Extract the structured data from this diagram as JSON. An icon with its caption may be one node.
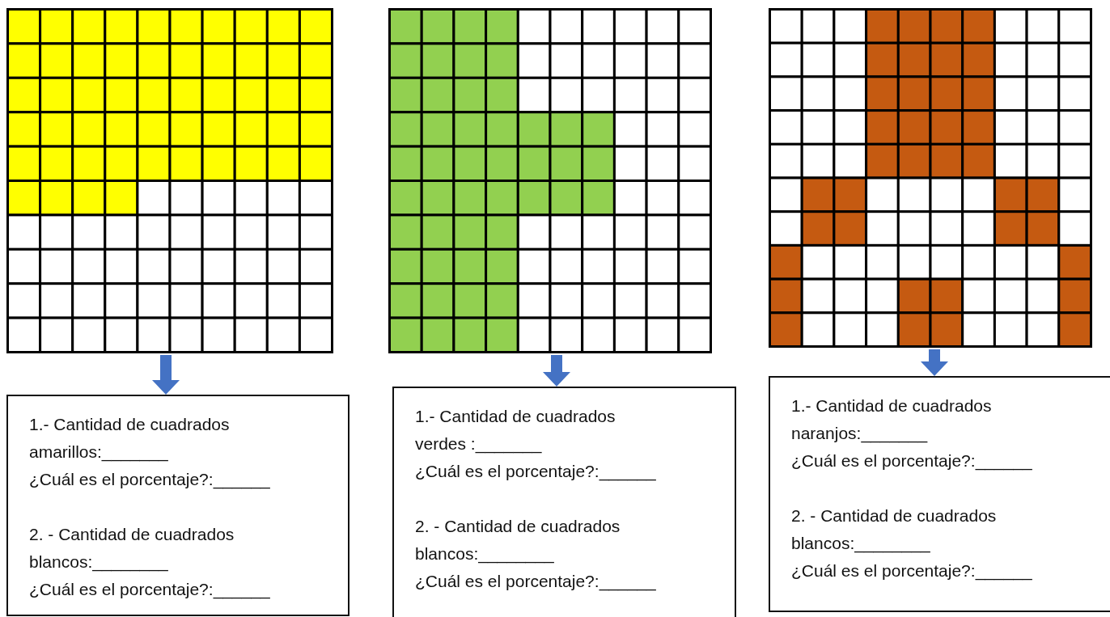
{
  "diagram": {
    "nodes": [
      {
        "text": [],
        "shape": "grid"
      },
      {
        "text": [],
        "shape": "grid"
      },
      {
        "text": [],
        "shape": "grid"
      },
      {
        "text": [
          "1.- Cantidad de cuadrados amarillos:_______",
          "¿Cuál es el porcentaje?:______",
          "2. - Cantidad de cuadrados blancos:________",
          "¿Cuál es el porcentaje?:______"
        ]
      },
      {
        "text": [
          "1.- Cantidad de cuadrados verdes :_______",
          "¿Cuál es el porcentaje?:______",
          "2. - Cantidad de cuadrados blancos:________",
          "¿Cuál es el porcentaje?:______"
        ]
      },
      {
        "text": [
          "1.- Cantidad de cuadrados naranjos:_______",
          "¿Cuál es el porcentaje?:______",
          "2. - Cantidad de cuadrados blancos:________",
          "¿Cuál es el porcentaje?:______"
        ]
      }
    ],
    "edges": [
      {
        "from": 0,
        "to": 3,
        "arrow": "to"
      },
      {
        "from": 1,
        "to": 4,
        "arrow": "to"
      },
      {
        "from": 2,
        "to": 5,
        "arrow": "to"
      }
    ]
  }
}
